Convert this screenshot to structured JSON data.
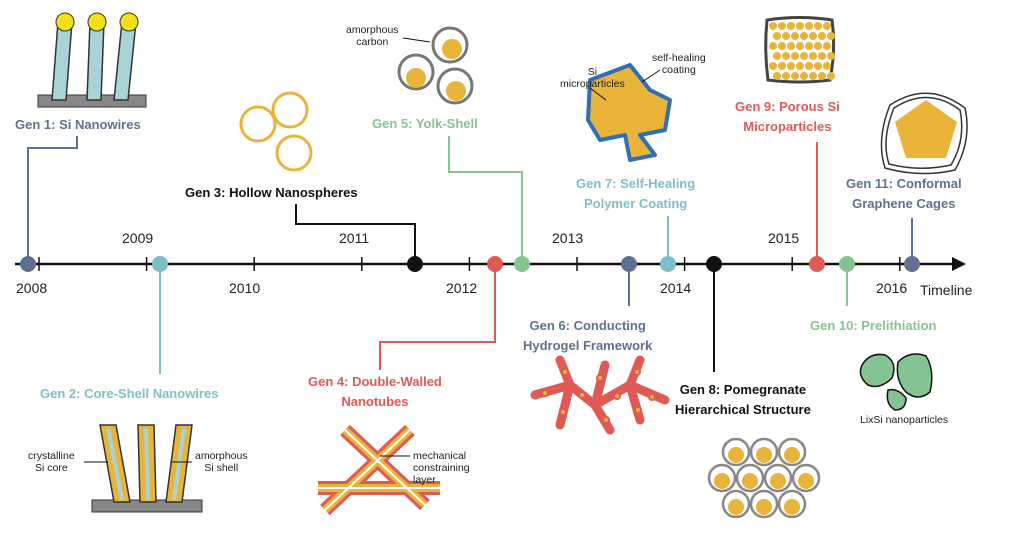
{
  "colors": {
    "slate": "#5f7190",
    "teal": "#7fbfc8",
    "red": "#e05a55",
    "green": "#86c393",
    "black": "#111111",
    "gold": "#e8b43a"
  },
  "axis": {
    "years": [
      "2008",
      "2009",
      "2010",
      "2011",
      "2012",
      "2013",
      "2014",
      "2015",
      "2016"
    ],
    "label": "Timeline"
  },
  "generations": [
    {
      "title": "Gen 1: Si Nanowires"
    },
    {
      "title": "Gen 2: Core-Shell Nanowires"
    },
    {
      "title": "Gen 3: Hollow Nanospheres"
    },
    {
      "title": "Gen 4: Double-Walled",
      "title2": "Nanotubes"
    },
    {
      "title": "Gen 5: Yolk-Shell"
    },
    {
      "title": "Gen 6: Conducting",
      "title2": "Hydrogel Framework"
    },
    {
      "title": "Gen 7: Self-Healing",
      "title2": "Polymer Coating"
    },
    {
      "title": "Gen 8: Pomegranate",
      "title2": "Hierarchical Structure"
    },
    {
      "title": "Gen 9: Porous Si",
      "title2": "Microparticles"
    },
    {
      "title": "Gen 10: Prelithiation"
    },
    {
      "title": "Gen 11: Conformal",
      "title2": "Graphene Cages"
    }
  ],
  "annotations": {
    "crystalline": "crystalline",
    "si_core": "Si core",
    "amorphous": "amorphous",
    "si_shell": "Si shell",
    "amorphous_carbon1": "amorphous",
    "amorphous_carbon2": "carbon",
    "mech1": "mechanical",
    "mech2": "constraining",
    "mech3": "layer",
    "si_micro1": "Si",
    "si_micro2": "microparticles",
    "selfheal1": "self-healing",
    "selfheal2": "coating",
    "lixsi": "LixSi nanoparticles"
  }
}
